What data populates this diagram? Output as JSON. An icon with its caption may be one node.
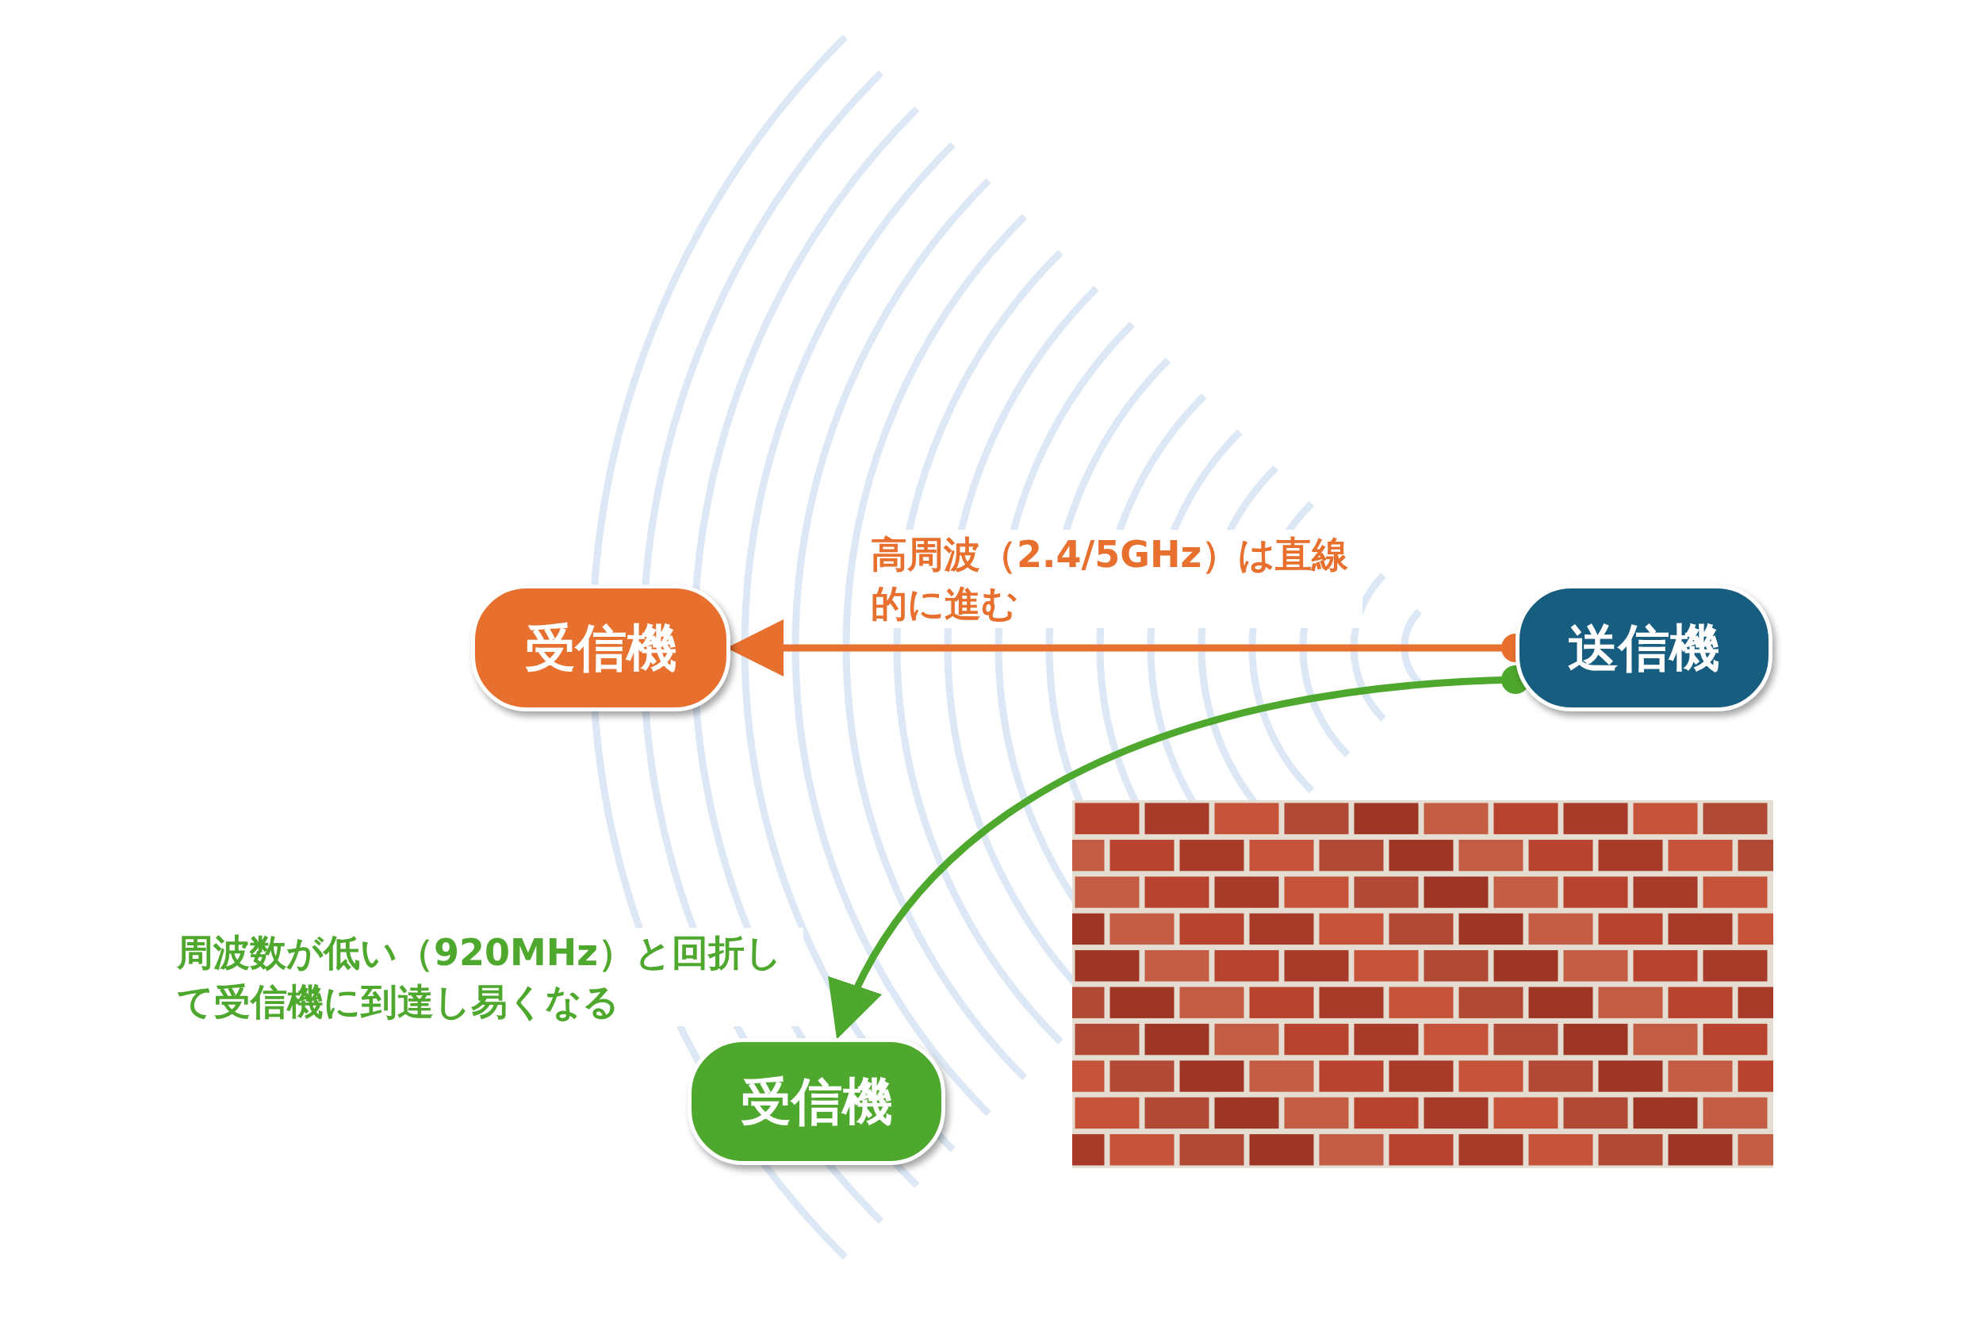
{
  "diagram": {
    "nodes": [
      {
        "text": [
          "受信機"
        ]
      },
      {
        "text": [
          "送信機"
        ]
      },
      {
        "text": [
          "受信機"
        ]
      }
    ],
    "edges": [
      {
        "from": 1,
        "to": 0,
        "arrow": "to",
        "label": "高周波（2.4/5GHz）は直線的に進む",
        "color": "#e8702f"
      },
      {
        "from": 1,
        "to": 2,
        "arrow": "to",
        "label": "周波数が低い（920MHz）と回折して受信機に到達し易くなる",
        "color": "#4fa82e"
      }
    ]
  }
}
